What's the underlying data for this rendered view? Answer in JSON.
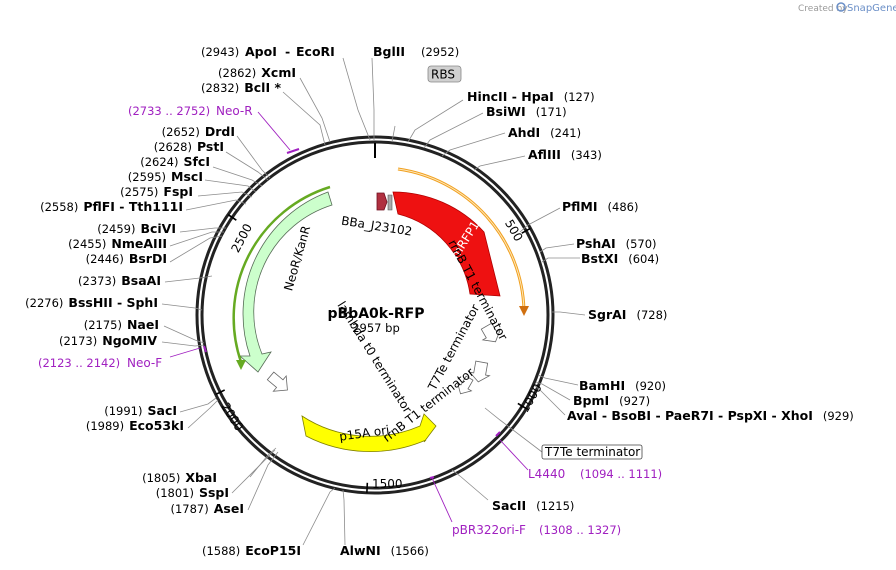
{
  "header": {
    "created_by": "Created by",
    "brand": "SnapGene"
  },
  "plasmid": {
    "name": "pBbA0k-RFP",
    "length_label": "2957 bp",
    "length_bp": 2957
  },
  "ticks": [
    {
      "label": "500",
      "bp": 500
    },
    {
      "label": "1000",
      "bp": 1000
    },
    {
      "label": "1500",
      "bp": 1500
    },
    {
      "label": "2000",
      "bp": 2000
    },
    {
      "label": "2500",
      "bp": 2500
    }
  ],
  "sites_top": [
    {
      "pos": "(2943)",
      "name1": "ApoI",
      "sep": "-",
      "name2": "EcoRI"
    },
    {
      "name1": "BglII",
      "pos": "(2952)"
    }
  ],
  "sites_left": [
    {
      "pos": "(2862)",
      "name": "XcmI"
    },
    {
      "pos": "(2832)",
      "name": "BclI *"
    },
    {
      "pos": "(2652)",
      "name": "DrdI"
    },
    {
      "pos": "(2628)",
      "name": "PstI"
    },
    {
      "pos": "(2624)",
      "name": "SfcI"
    },
    {
      "pos": "(2595)",
      "name": "MscI"
    },
    {
      "pos": "(2575)",
      "name": "FspI"
    },
    {
      "pos": "(2558)",
      "name": "PflFI  -  Tth111I"
    },
    {
      "pos": "(2459)",
      "name": "BciVI"
    },
    {
      "pos": "(2455)",
      "name": "NmeAIII"
    },
    {
      "pos": "(2446)",
      "name": "BsrDI"
    },
    {
      "pos": "(2373)",
      "name": "BsaAI"
    },
    {
      "pos": "(2276)",
      "name": "BssHII  -  SphI"
    },
    {
      "pos": "(2175)",
      "name": "NaeI"
    },
    {
      "pos": "(2173)",
      "name": "NgoMIV"
    },
    {
      "pos": "(1991)",
      "name": "SacI"
    },
    {
      "pos": "(1989)",
      "name": "Eco53kI"
    },
    {
      "pos": "(1805)",
      "name": "XbaI"
    },
    {
      "pos": "(1801)",
      "name": "SspI"
    },
    {
      "pos": "(1787)",
      "name": "AseI"
    },
    {
      "pos": "(1588)",
      "name": "EcoP15I"
    }
  ],
  "sites_right": [
    {
      "name": "HincII  -  HpaI",
      "pos": "(127)"
    },
    {
      "name": "BsiWI",
      "pos": "(171)"
    },
    {
      "name": "AhdI",
      "pos": "(241)"
    },
    {
      "name": "AflIII",
      "pos": "(343)"
    },
    {
      "name": "PflMI",
      "pos": "(486)"
    },
    {
      "name": "PshAI",
      "pos": "(570)"
    },
    {
      "name": "BstXI",
      "pos": "(604)"
    },
    {
      "name": "SgrAI",
      "pos": "(728)"
    },
    {
      "name": "BamHI",
      "pos": "(920)"
    },
    {
      "name": "BpmI",
      "pos": "(927)"
    },
    {
      "name": "AvaI  -  BsoBI  -  PaeR7I  -  PspXI  -  XhoI",
      "pos": "(929)"
    },
    {
      "name": "SacII",
      "pos": "(1215)"
    },
    {
      "name": "AlwNI",
      "pos": "(1566)"
    }
  ],
  "primers": [
    {
      "range": "(2733 .. 2752)",
      "name": "Neo-R"
    },
    {
      "range": "(2123 .. 2142)",
      "name": "Neo-F"
    },
    {
      "name": "L4440",
      "range": "(1094 .. 1111)"
    },
    {
      "name": "pBR322ori-F",
      "range": "(1308 .. 1327)"
    }
  ],
  "features": {
    "rbs": "RBS",
    "promoter": "BBa_J23102",
    "mrfp1": "mRFP1",
    "rrnb_t1_top": "rrnB T1 terminator",
    "t7te_inner": "T7Te terminator",
    "t7te_box": "T7Te terminator",
    "rrnb_t1_bottom": "rrnB T1 terminator",
    "p15a": "p15A ori",
    "lambda": "lambda t0 terminator",
    "neor": "NeoR/KanR"
  },
  "colors": {
    "mrfp1": "#ee1111",
    "mrfp1_outline": "#b00000",
    "orange_arc": "#f0a020",
    "p15a": "#ffff00",
    "neor": "#ccffcc",
    "neor_outline": "#66aa22",
    "primer": "#a020c0",
    "promoter": "#b03040"
  }
}
